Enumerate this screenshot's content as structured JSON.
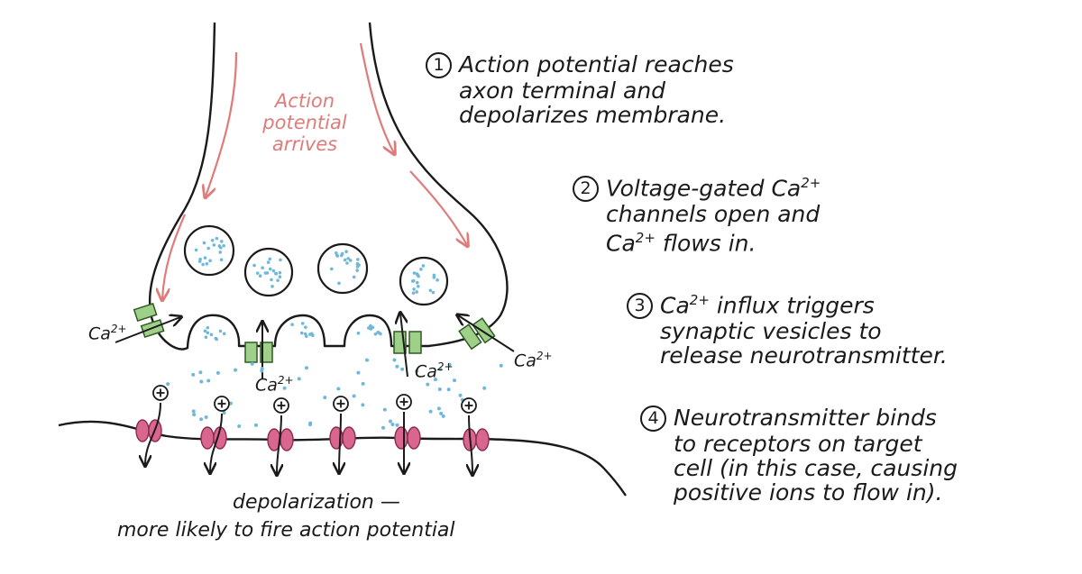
{
  "arrival_label": [
    "Action",
    "potential",
    "arrives"
  ],
  "calcium_label": {
    "base": "Ca",
    "charge": "2+"
  },
  "plus_symbol": "⊕",
  "steps": [
    {
      "number": "1",
      "lines": [
        "Action potential reaches",
        "axon terminal and",
        "depolarizes membrane."
      ]
    },
    {
      "number": "2",
      "lines": [
        "Voltage-gated Ca",
        "channels open and",
        "Ca",
        " flows in."
      ]
    },
    {
      "number": "3",
      "lines": [
        "Ca",
        " influx triggers",
        "synaptic vesicles to",
        "release neurotransmitter."
      ]
    },
    {
      "number": "4",
      "lines": [
        "Neurotransmitter binds",
        "to receptors on target",
        "cell (in this case, causing",
        "positive ions to flow in)."
      ]
    }
  ],
  "caption": [
    "depolarization —",
    "more likely to fire action potential"
  ],
  "colors": {
    "arrow_pink": "#e07b7b",
    "channel_green": "#9fd08a",
    "receptor_pink": "#d8668f",
    "vesicle_dot_blue": "#6fb8d9",
    "ink": "#1a1a1a"
  },
  "icons": [
    "vesicle-icon",
    "calcium-channel-icon",
    "receptor-icon",
    "plus-ion-icon",
    "arrow-icon"
  ]
}
